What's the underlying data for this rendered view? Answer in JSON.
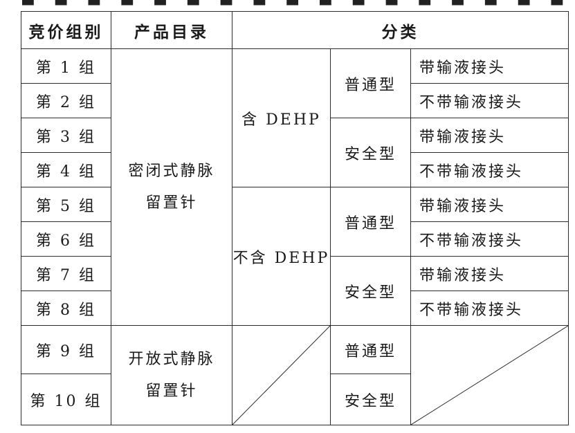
{
  "table": {
    "headers": {
      "group": "竞价组别",
      "product": "产品目录",
      "category": "分类"
    },
    "groups": [
      "第 1 组",
      "第 2 组",
      "第 3 组",
      "第 4 组",
      "第 5 组",
      "第 6 组",
      "第 7 组",
      "第 8 组",
      "第 9 组",
      "第 10 组"
    ],
    "products": {
      "closed_line1": "密闭式静脉",
      "closed_line2": "留置针",
      "open_line1": "开放式静脉",
      "open_line2": "留置针"
    },
    "dehp": {
      "with": "含 DEHP",
      "without": "不含 DEHP"
    },
    "types": {
      "t1": "普通型",
      "t2": "安全型",
      "t3": "普通型",
      "t4": "安全型",
      "t5": "普通型",
      "t6": "安全型"
    },
    "connectors": [
      "带输液接头",
      "不带输液接头",
      "带输液接头",
      "不带输液接头",
      "带输液接头",
      "不带输液接头",
      "带输液接头",
      "不带输液接头"
    ]
  }
}
